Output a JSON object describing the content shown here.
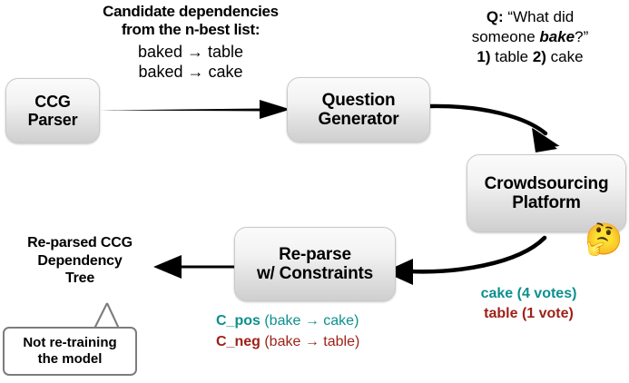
{
  "diagram": {
    "title": "CCG re-parsing with crowdsourced constraints pipeline",
    "nodes": {
      "ccg_parser": {
        "line1": "CCG",
        "line2": "Parser"
      },
      "question_generator": {
        "line1": "Question",
        "line2": "Generator"
      },
      "crowdsourcing_platform": {
        "line1": "Crowdsourcing",
        "line2": "Platform"
      },
      "reparse": {
        "line1": "Re-parse",
        "line2": "w/ Constraints"
      }
    },
    "annotations": {
      "candidate_header_line1": "Candidate dependencies",
      "candidate_header_line2": "from the n-best list:",
      "dependency_1": "baked → table",
      "dependency_2": "baked → cake",
      "question_prefix": "Q:",
      "question_part1": " “What did",
      "question_part2": "someone ",
      "question_bake": "bake",
      "question_part3": "?”",
      "option_1_num": "1)",
      "option_1_text": " table ",
      "option_2_num": "2)",
      "option_2_text": " cake",
      "output_line1": "Re-parsed  CCG",
      "output_line2": "Dependency",
      "output_line3": "Tree",
      "vote_cake": "cake (4 votes)",
      "vote_table": "table (1 vote)",
      "constraint_pos_label": "C_pos",
      "constraint_pos_body": " (bake → cake)",
      "constraint_neg_label": "C_neg",
      "constraint_neg_body": " (bake → table)",
      "callout_line1": "Not re-training",
      "callout_line2": "the model",
      "thinking_emoji": "🤔"
    },
    "colors": {
      "teal": "#0d8f8f",
      "dark_red": "#9e1f17",
      "arrow": "#000000",
      "node_border": "#c9c9c9",
      "bubble_border": "#7c7c7c",
      "background": "#ffffff"
    },
    "icons": {
      "arrow_parser_to_generator": "arrow-right-icon",
      "arrow_generator_to_crowd": "curved-arrow-down-right-icon",
      "arrow_crowd_to_reparse": "curved-arrow-left-icon",
      "arrow_reparse_to_output": "arrow-left-icon",
      "thinking_face": "thinking-face-icon",
      "callout_tail": "speech-bubble-tail-icon"
    }
  }
}
